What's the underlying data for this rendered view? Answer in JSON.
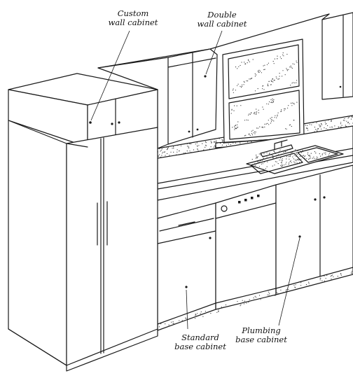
{
  "labels": {
    "custom_wall_cabinet": [
      "Custom",
      "wall cabinet"
    ],
    "double_wall_cabinet": [
      "Double",
      "wall cabinet"
    ],
    "standard_base_cabinet": [
      "Standard",
      "base cabinet"
    ],
    "plumbing_base_cabinet": [
      "Plumbing",
      "base cabinet"
    ]
  }
}
